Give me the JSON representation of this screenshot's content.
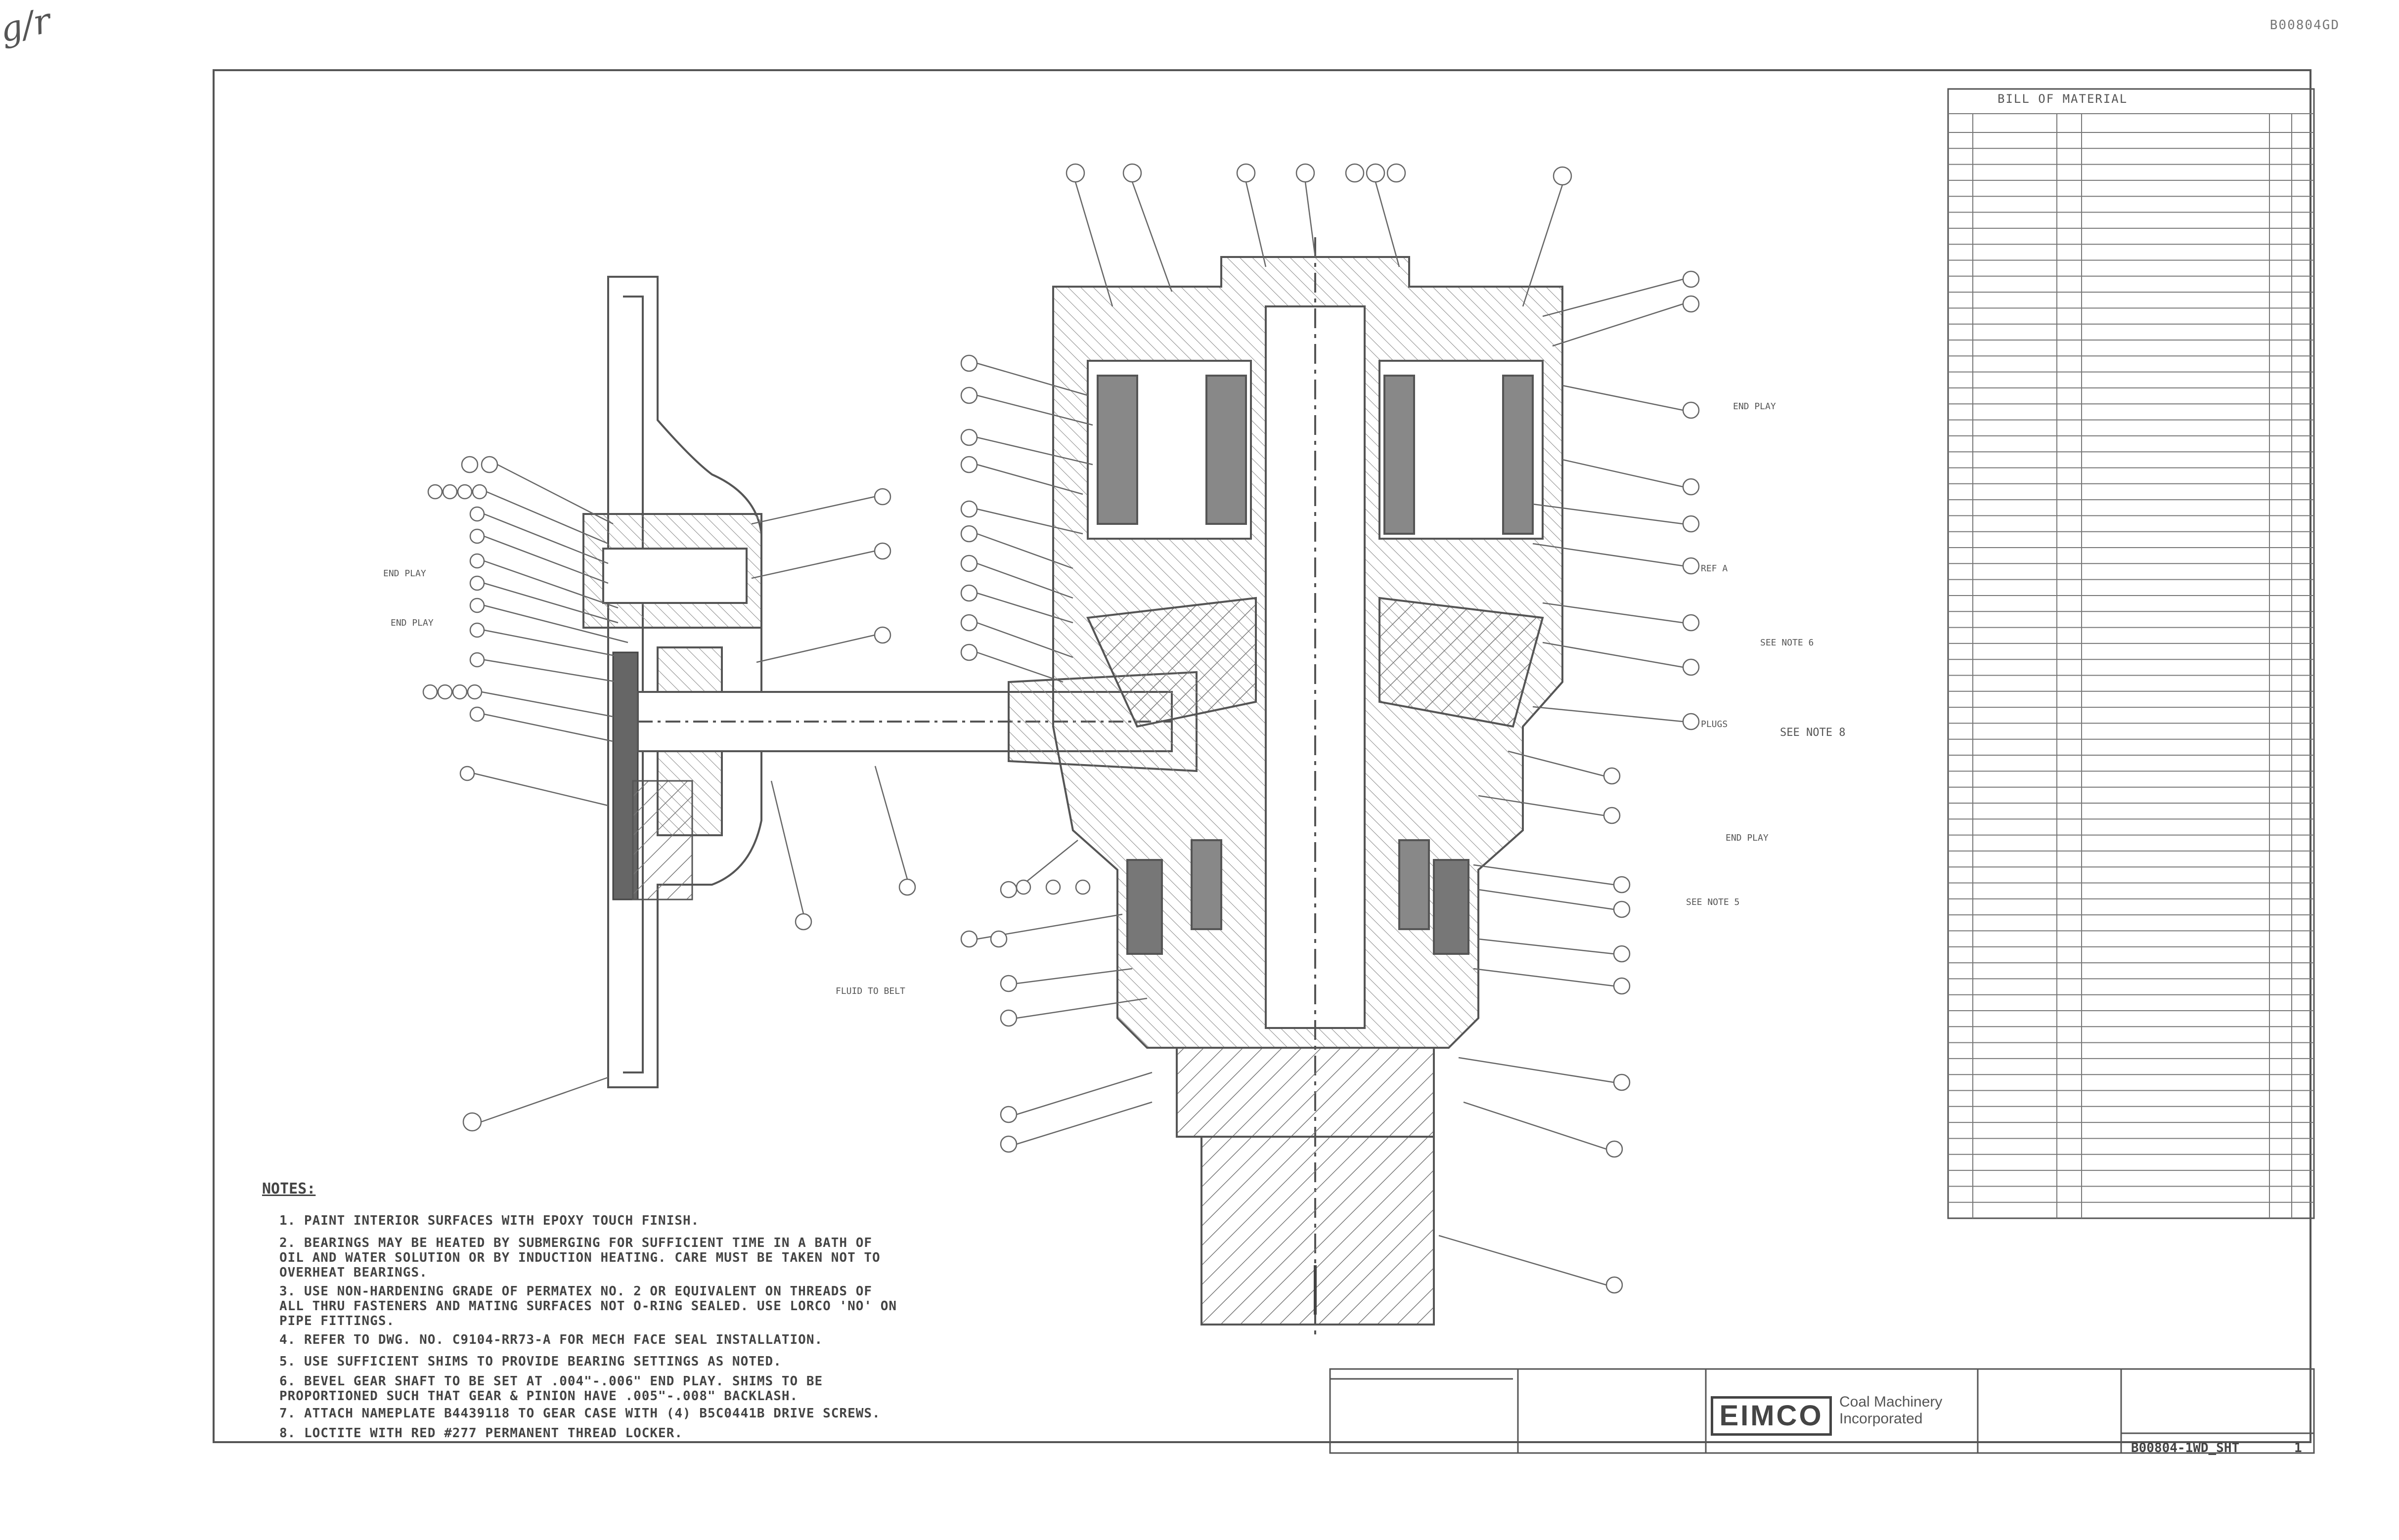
{
  "doc_id": "B00804GD",
  "notes": {
    "title": "NOTES:",
    "items": [
      "1. PAINT INTERIOR SURFACES WITH EPOXY TOUCH FINISH.",
      "2. BEARINGS MAY BE HEATED BY SUBMERGING FOR SUFFICIENT TIME IN A BATH OF OIL AND WATER SOLUTION OR BY INDUCTION HEATING. CARE MUST BE TAKEN NOT TO OVERHEAT BEARINGS.",
      "3. USE NON-HARDENING GRADE OF PERMATEX NO. 2 OR EQUIVALENT ON THREADS OF ALL THRU FASTENERS AND MATING SURFACES NOT O-RING SEALED. USE LORCO 'NO' ON PIPE FITTINGS.",
      "4. REFER TO DWG. NO. C9104-RR73-A FOR MECH FACE SEAL INSTALLATION.",
      "5. USE SUFFICIENT SHIMS TO PROVIDE BEARING SETTINGS AS NOTED.",
      "6. BEVEL GEAR SHAFT TO BE SET AT .004\"-.006\" END PLAY. SHIMS TO BE PROPORTIONED SUCH THAT GEAR & PINION HAVE .005\"-.008\" BACKLASH.",
      "7. ATTACH NAMEPLATE B4439118 TO GEAR CASE WITH (4) B5C0441B DRIVE SCREWS.",
      "8. LOCTITE WITH RED #277 PERMANENT THREAD LOCKER."
    ]
  },
  "callouts": {
    "end_play": "END PLAY",
    "see_note_5": "SEE NOTE 5",
    "see_note_6": "SEE NOTE 6",
    "see_note_8": "SEE NOTE 8",
    "fluid_to_belt": "FLUID TO BELT",
    "plugs": "PLUGS",
    "ref_a": "REF A"
  },
  "title_block": {
    "logo": "EIMCO",
    "company_line1": "Coal Machinery",
    "company_line2": "Incorporated",
    "drawing_number": "B00804-1WD_SHT",
    "sheet": "1"
  },
  "parts_table": {
    "title": "BILL OF MATERIAL",
    "rows": 68
  }
}
